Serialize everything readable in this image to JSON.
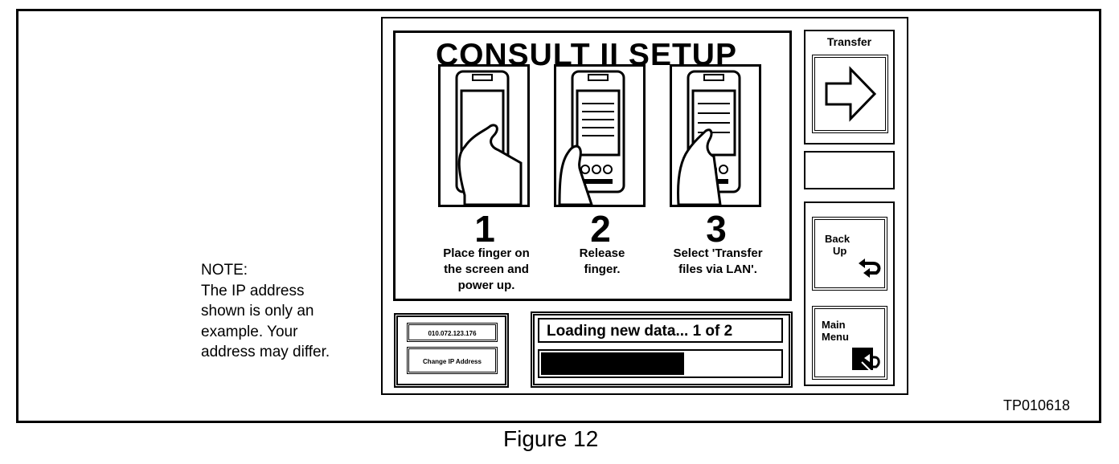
{
  "figure": {
    "note_lines": [
      "NOTE:",
      "The IP address",
      "shown is only an",
      "example.  Your",
      "address may differ."
    ],
    "reference_code": "TP010618",
    "caption": "Figure 12"
  },
  "screen": {
    "title": "CONSULT II SETUP",
    "steps": [
      {
        "number": "1",
        "lines": [
          "Place finger on",
          "the screen and",
          "power up."
        ]
      },
      {
        "number": "2",
        "lines": [
          "Release",
          "finger."
        ]
      },
      {
        "number": "3",
        "lines": [
          "Select 'Transfer",
          "files via LAN'."
        ]
      }
    ],
    "ip_address": "010.072.123.176",
    "change_ip_label": "Change IP Address",
    "status_text": "Loading new data... 1 of 2",
    "progress_fraction": 0.6,
    "transfer_label": "Transfer",
    "back_up_lines": [
      "Back",
      "Up"
    ],
    "main_menu_lines": [
      "Main",
      "Menu"
    ]
  },
  "icons": {
    "transfer": "arrow-right-icon",
    "back_up": "return-arrow-icon",
    "main_menu": "menu-return-icon",
    "steps": "handheld-device-illustration"
  },
  "colors": {
    "ink": "#000000",
    "paper": "#ffffff"
  }
}
